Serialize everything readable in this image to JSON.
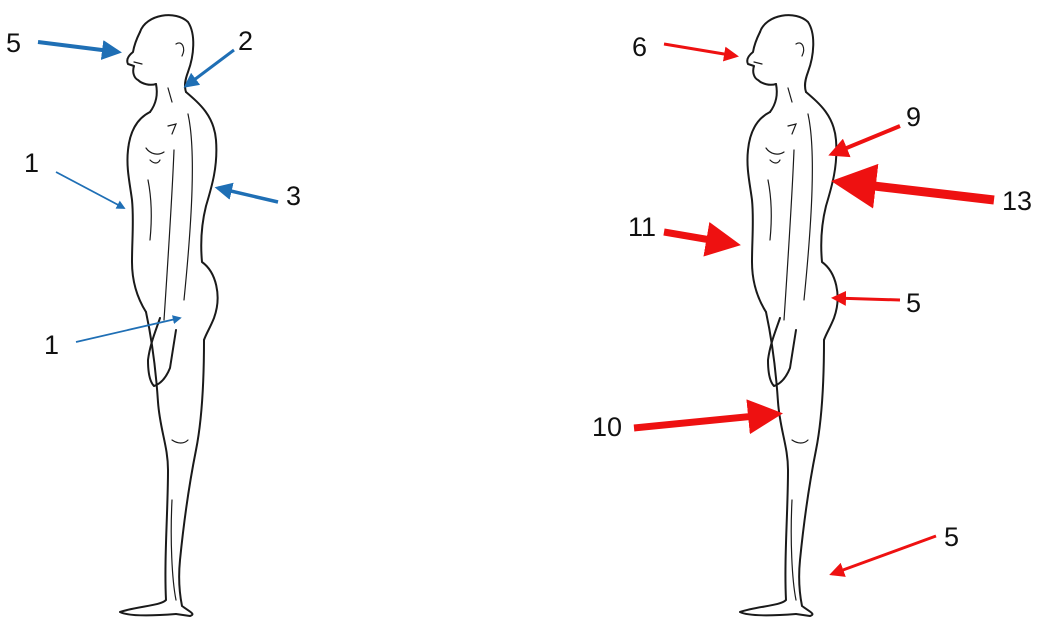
{
  "colors": {
    "blue": "#1f6fb5",
    "red": "#ee1111",
    "outline": "#1a1a1a"
  },
  "figures": [
    {
      "name": "left-figure",
      "annotations": [
        {
          "id": "face",
          "label": "5",
          "color_key": "blue"
        },
        {
          "id": "neck",
          "label": "2",
          "color_key": "blue"
        },
        {
          "id": "upper-back",
          "label": "3",
          "color_key": "blue"
        },
        {
          "id": "abdomen",
          "label": "1",
          "color_key": "blue"
        },
        {
          "id": "wrist",
          "label": "1",
          "color_key": "blue"
        }
      ]
    },
    {
      "name": "right-figure",
      "annotations": [
        {
          "id": "face",
          "label": "6",
          "color_key": "red"
        },
        {
          "id": "shoulder",
          "label": "9",
          "color_key": "red"
        },
        {
          "id": "back",
          "label": "13",
          "color_key": "red"
        },
        {
          "id": "abdomen",
          "label": "11",
          "color_key": "red"
        },
        {
          "id": "buttock",
          "label": "5",
          "color_key": "red"
        },
        {
          "id": "knee",
          "label": "10",
          "color_key": "red"
        },
        {
          "id": "calf",
          "label": "5",
          "color_key": "red"
        }
      ]
    }
  ]
}
